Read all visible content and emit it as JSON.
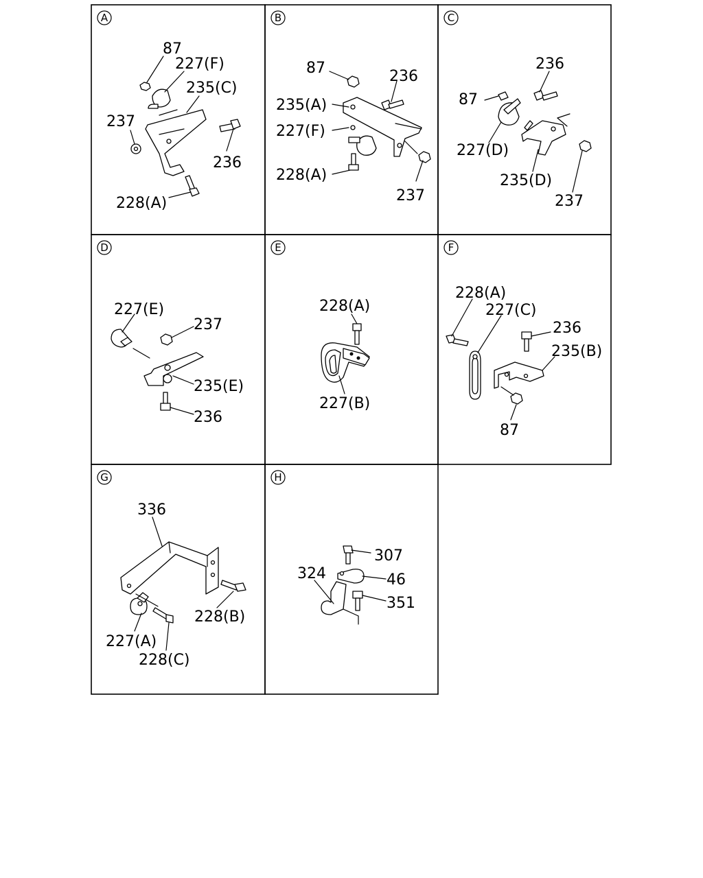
{
  "panels": [
    {
      "letter": "A",
      "labels": [
        "87",
        "227(F)",
        "235(C)",
        "237",
        "236",
        "228(A)"
      ]
    },
    {
      "letter": "B",
      "labels": [
        "87",
        "236",
        "235(A)",
        "227(F)",
        "228(A)",
        "237"
      ]
    },
    {
      "letter": "C",
      "labels": [
        "236",
        "87",
        "227(D)",
        "235(D)",
        "237"
      ]
    },
    {
      "letter": "D",
      "labels": [
        "227(E)",
        "237",
        "235(E)",
        "236"
      ]
    },
    {
      "letter": "E",
      "labels": [
        "228(A)",
        "227(B)"
      ]
    },
    {
      "letter": "F",
      "labels": [
        "228(A)",
        "227(C)",
        "236",
        "235(B)",
        "87"
      ]
    },
    {
      "letter": "G",
      "labels": [
        "336",
        "228(B)",
        "227(A)",
        "228(C)"
      ]
    },
    {
      "letter": "H",
      "labels": [
        "307",
        "324",
        "46",
        "351"
      ]
    }
  ]
}
